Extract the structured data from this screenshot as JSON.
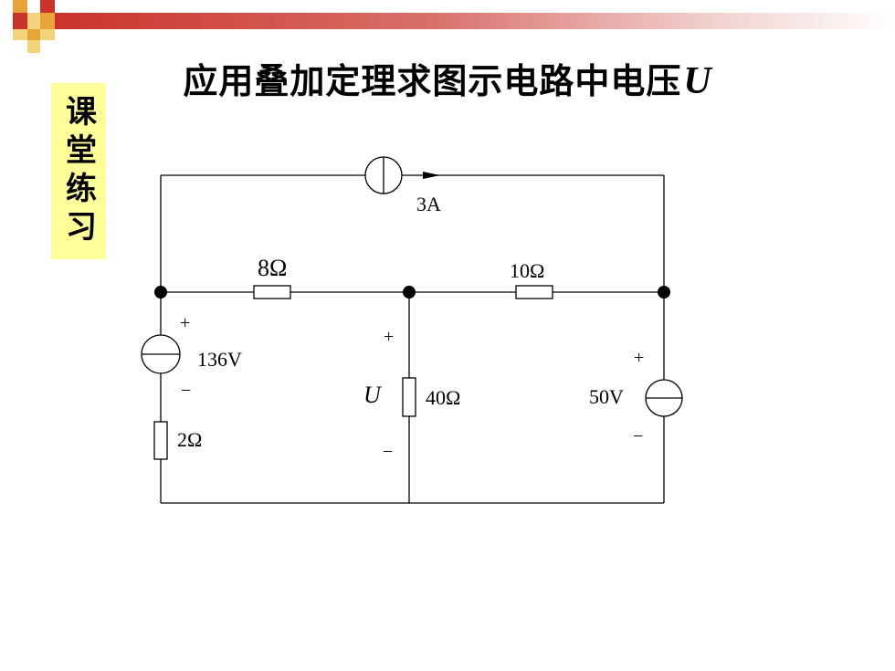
{
  "slide": {
    "title": "应用叠加定理求图示电路中电压",
    "title_variable": "U",
    "badge": "课堂练习"
  },
  "circuit": {
    "current_source": "3A",
    "r_top_left": "8Ω",
    "r_top_right": "10Ω",
    "voltage_source_left": "136V",
    "r_bottom_left": "2Ω",
    "voltage_label": "U",
    "r_middle": "40Ω",
    "voltage_source_right": "50V",
    "plus": "+",
    "minus": "−"
  },
  "colors": {
    "accent": "#c9332a",
    "badge_bg": "#ffff99",
    "square_orange": "#e8a43a",
    "square_yellow": "#f3d37a"
  }
}
